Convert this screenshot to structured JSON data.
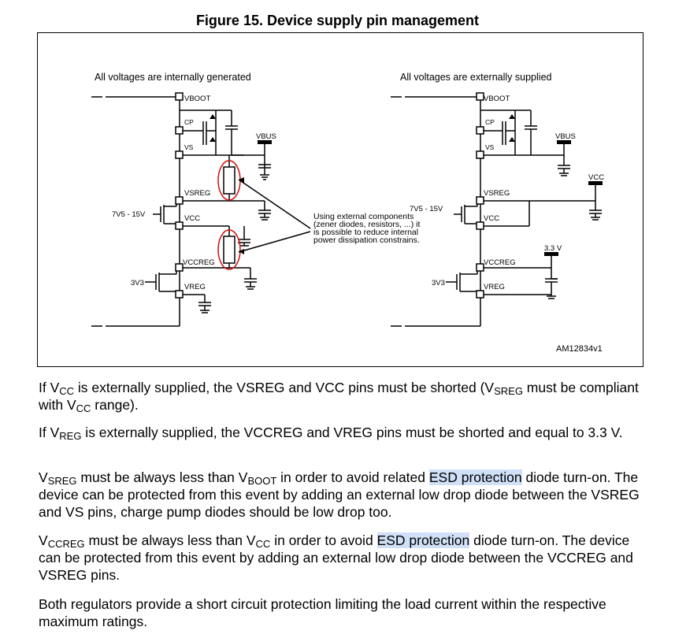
{
  "figure": {
    "title": "Figure 15. Device supply pin management",
    "ref": "AM12834v1",
    "left": {
      "caption": "All voltages are internally generated",
      "vboot": "VBOOT",
      "cp": "CP",
      "vs": "VS",
      "vbus": "VBUS",
      "vsreg": "VSREG",
      "vcc": "VCC",
      "v7v5": "7V5 - 15V",
      "vccreg": "VCCREG",
      "v3v3": "3V3",
      "vreg": "VREG"
    },
    "right": {
      "caption": "All voltages are externally supplied",
      "vboot": "VBOOT",
      "cp": "CP",
      "vs": "VS",
      "vbus": "VBUS",
      "vcc_supply": "VCC",
      "vsreg": "VSREG",
      "vcc": "VCC",
      "v7v5": "7V5 - 15V",
      "v33": "3.3 V",
      "vccreg": "VCCREG",
      "v3v3": "3V3",
      "vreg": "VREG"
    },
    "note": [
      "Using external components",
      "(zener diodes, resistors, ...) it",
      "is possible to reduce internal",
      "power dissipation constrains."
    ]
  },
  "paragraphs": {
    "p1": {
      "a": "If V",
      "a_sub": "CC",
      "b": " is externally supplied, the VSREG and VCC pins must be shorted (V",
      "b_sub": "SREG",
      "c": " must be compliant with V",
      "c_sub": "CC",
      "d": " range)."
    },
    "p2": {
      "a": "If V",
      "a_sub": "REG",
      "b": " is externally supplied, the VCCREG and VREG pins must be shorted and equal to 3.3 V."
    },
    "p3": {
      "a": "V",
      "a_sub": "SREG",
      "b": " must be always less than V",
      "b_sub": "BOOT",
      "c": " in order to avoid related ",
      "hl": "ESD protection",
      "d": " diode turn-on. The device can be protected from this event by adding an external low drop diode between the VSREG and VS pins, charge pump diodes should be low drop too."
    },
    "p4": {
      "a": "V",
      "a_sub": "CCREG",
      "b": " must be always less than V",
      "b_sub": "CC",
      "c": " in order to avoid ",
      "hl": "ESD protection",
      "d": " diode turn-on. The device can be protected from this event by adding an external low drop diode between the VCCREG and VSREG pins."
    },
    "p5": "Both regulators provide a short circuit protection limiting the load current within the respective maximum ratings."
  }
}
